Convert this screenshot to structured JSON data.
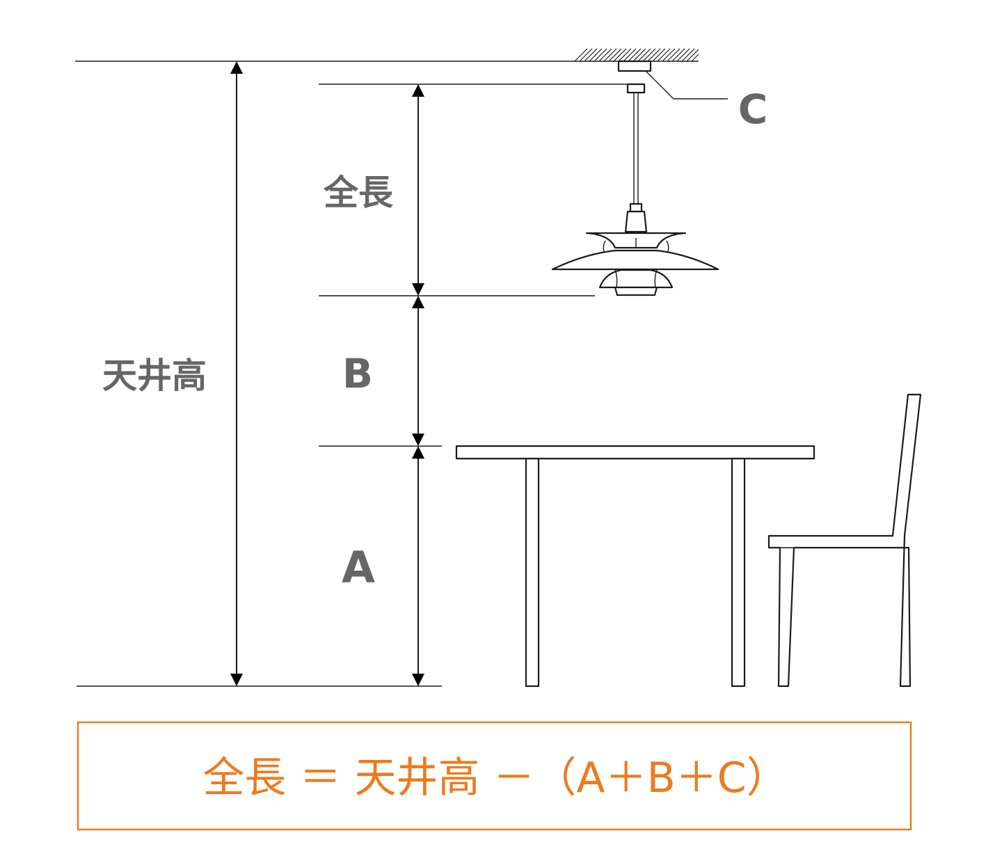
{
  "labels": {
    "ceiling_height": "天井高",
    "total_length": "全長",
    "dim_a": "A",
    "dim_b": "B",
    "dim_c": "C"
  },
  "formula": {
    "text": "全長 ＝ 天井高 －（A＋B＋C）",
    "color": "#ee7a1e"
  },
  "colors": {
    "line": "#1a1a1a",
    "label_gray": "#666666",
    "accent_orange": "#ee7a1e"
  },
  "icons": {
    "lamp": "pendant-lamp-icon",
    "table": "dining-table-icon",
    "chair": "chair-icon",
    "ceiling_hatch": "ceiling-hatch-icon"
  }
}
